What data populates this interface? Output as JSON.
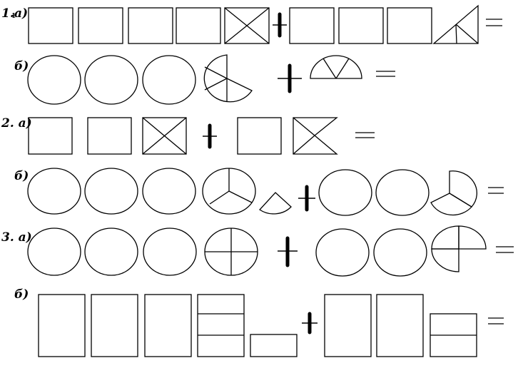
{
  "labels": {
    "task1": "1.",
    "task1_small": "1",
    "part_a": "а)",
    "part_b": "б)",
    "task2": "2. а)",
    "task3": "3. а)"
  },
  "symbols": {
    "plus": "+",
    "equals": "="
  },
  "rows": [
    {
      "id": "1a",
      "left": [
        "square",
        "square",
        "square",
        "square",
        "square-quarters"
      ],
      "right": [
        "square",
        "square",
        "square",
        "triangle-quarter-pieces"
      ]
    },
    {
      "id": "1b",
      "left": [
        "circle",
        "circle",
        "circle",
        "circle-sixths-missing-one"
      ],
      "right": [
        "half-circle-thirds"
      ]
    },
    {
      "id": "2a",
      "left": [
        "square",
        "square",
        "square-quarters"
      ],
      "right": [
        "square",
        "square-three-quarters"
      ]
    },
    {
      "id": "2b",
      "left": [
        "circle",
        "circle",
        "circle",
        "circle-thirds",
        "one-third-sector"
      ],
      "right": [
        "circle",
        "circle",
        "circle-two-thirds"
      ]
    },
    {
      "id": "3a",
      "left": [
        "circle",
        "circle",
        "circle",
        "circle-quarters"
      ],
      "right": [
        "circle",
        "circle",
        "circle-three-quarters"
      ]
    },
    {
      "id": "3b",
      "left": [
        "rectangle",
        "rectangle",
        "rectangle",
        "rectangle-thirds",
        "one-third-rectangle"
      ],
      "right": [
        "rectangle",
        "rectangle",
        "rectangle-two-thirds"
      ]
    }
  ]
}
